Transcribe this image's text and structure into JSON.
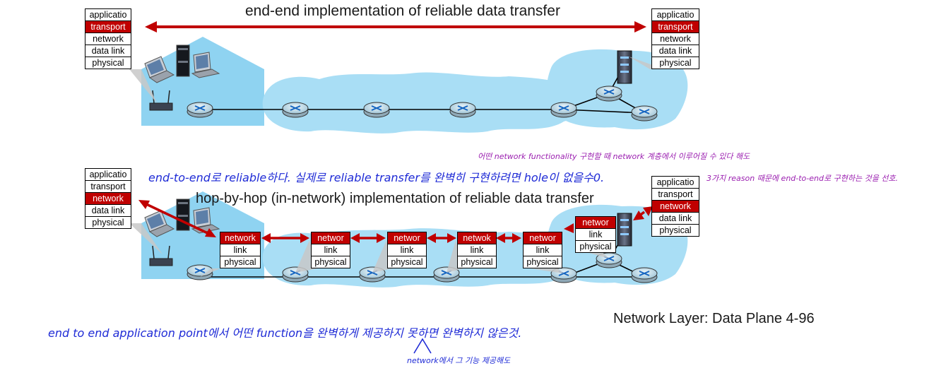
{
  "colors": {
    "cloud": "#a9def5",
    "house": "#8fd3f1",
    "arrow": "#c00000",
    "highlight": "#c00000",
    "handwriting_blue": "#1f2bd6",
    "handwriting_purple": "#9b1fb0"
  },
  "top": {
    "caption": "end-end implementation of reliable data transfer",
    "left_stack": [
      {
        "label": "applicatio",
        "highlight": false
      },
      {
        "label": "transport",
        "highlight": true
      },
      {
        "label": "network",
        "highlight": false
      },
      {
        "label": "data link",
        "highlight": false
      },
      {
        "label": "physical",
        "highlight": false
      }
    ],
    "right_stack": [
      {
        "label": "applicatio",
        "highlight": false
      },
      {
        "label": "transport",
        "highlight": true
      },
      {
        "label": "network",
        "highlight": false
      },
      {
        "label": "data link",
        "highlight": false
      },
      {
        "label": "physical",
        "highlight": false
      }
    ]
  },
  "bottom": {
    "caption": "hop-by-hop (in-network) implementation of reliable data transfer",
    "left_stack": [
      {
        "label": "applicatio",
        "highlight": false
      },
      {
        "label": "transport",
        "highlight": false
      },
      {
        "label": "network",
        "highlight": true
      },
      {
        "label": "data link",
        "highlight": false
      },
      {
        "label": "physical",
        "highlight": false
      }
    ],
    "right_stack": [
      {
        "label": "applicatio",
        "highlight": false
      },
      {
        "label": "transport",
        "highlight": false
      },
      {
        "label": "network",
        "highlight": true
      },
      {
        "label": "data link",
        "highlight": false
      },
      {
        "label": "physical",
        "highlight": false
      }
    ],
    "routers": [
      {
        "top": "network",
        "mid": "link",
        "bot": "physical"
      },
      {
        "top": "networ",
        "mid": "link",
        "bot": "physical"
      },
      {
        "top": "networ",
        "mid": "link",
        "bot": "physical"
      },
      {
        "top": "netwok",
        "mid": "link",
        "bot": "physical"
      },
      {
        "top": "networ",
        "mid": "link",
        "bot": "physical"
      },
      {
        "top": "networ",
        "mid": "link",
        "bot": "physical"
      }
    ]
  },
  "footer": "Network Layer: Data Plane  4-96",
  "handwritten_notes": {
    "note1": "어떤 network functionality 구현할 때 network 계층에서 이루어질 수 있다 해도",
    "note2": "end-to-end로 reliable하다. 실제로 reliable transfer를 완벽히 구현하려면 hole이 없을수0.",
    "note3": "3가지 reason 때문에 end-to-end로 구현하는 것을 선호.",
    "note4": "end to end application point에서 어떤 function을 완벽하게 제공하지 못하면 완벽하지 않은것.",
    "note5": "network에서 그 기능 제공해도"
  }
}
